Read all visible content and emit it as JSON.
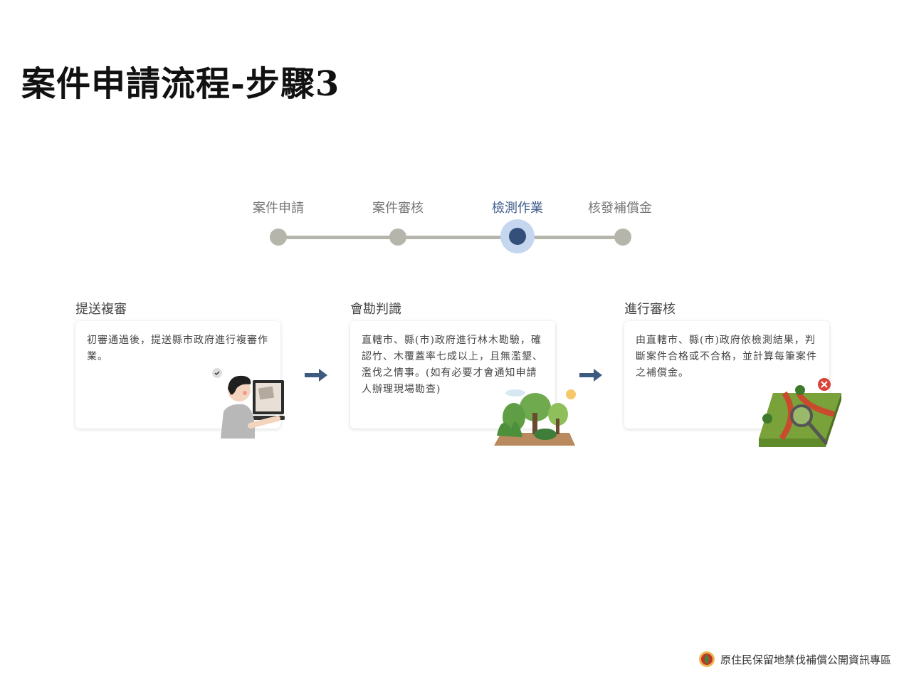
{
  "page": {
    "title": "案件申請流程-步驟3"
  },
  "stepper": {
    "steps": [
      {
        "label": "案件申請",
        "active": false
      },
      {
        "label": "案件審核",
        "active": false
      },
      {
        "label": "檢測作業",
        "active": true
      },
      {
        "label": "核發補償金",
        "active": false
      }
    ]
  },
  "cards": [
    {
      "heading": "提送複審",
      "text": "初審通過後，提送縣市政府進行複審作業。",
      "illustration": "person-computer-illustration"
    },
    {
      "heading": "會勘判識",
      "text": "直轄市、縣(市)政府進行林木勘驗，確認竹、木覆蓋率七成以上，且無濫墾、濫伐之情事。(如有必要才會通知申請人辦理現場勘查)",
      "illustration": "forest-illustration"
    },
    {
      "heading": "進行審核",
      "text": "由直轄市、縣(市)政府依檢測結果，判斷案件合格或不合格，並計算每筆案件之補償金。",
      "illustration": "land-inspection-illustration"
    }
  ],
  "footer": {
    "site_name": "原住民保留地禁伐補償公開資訊專區"
  },
  "colors": {
    "accent": "#34507a",
    "accent_light": "#c5d6ef",
    "track": "#b5b5ac"
  }
}
